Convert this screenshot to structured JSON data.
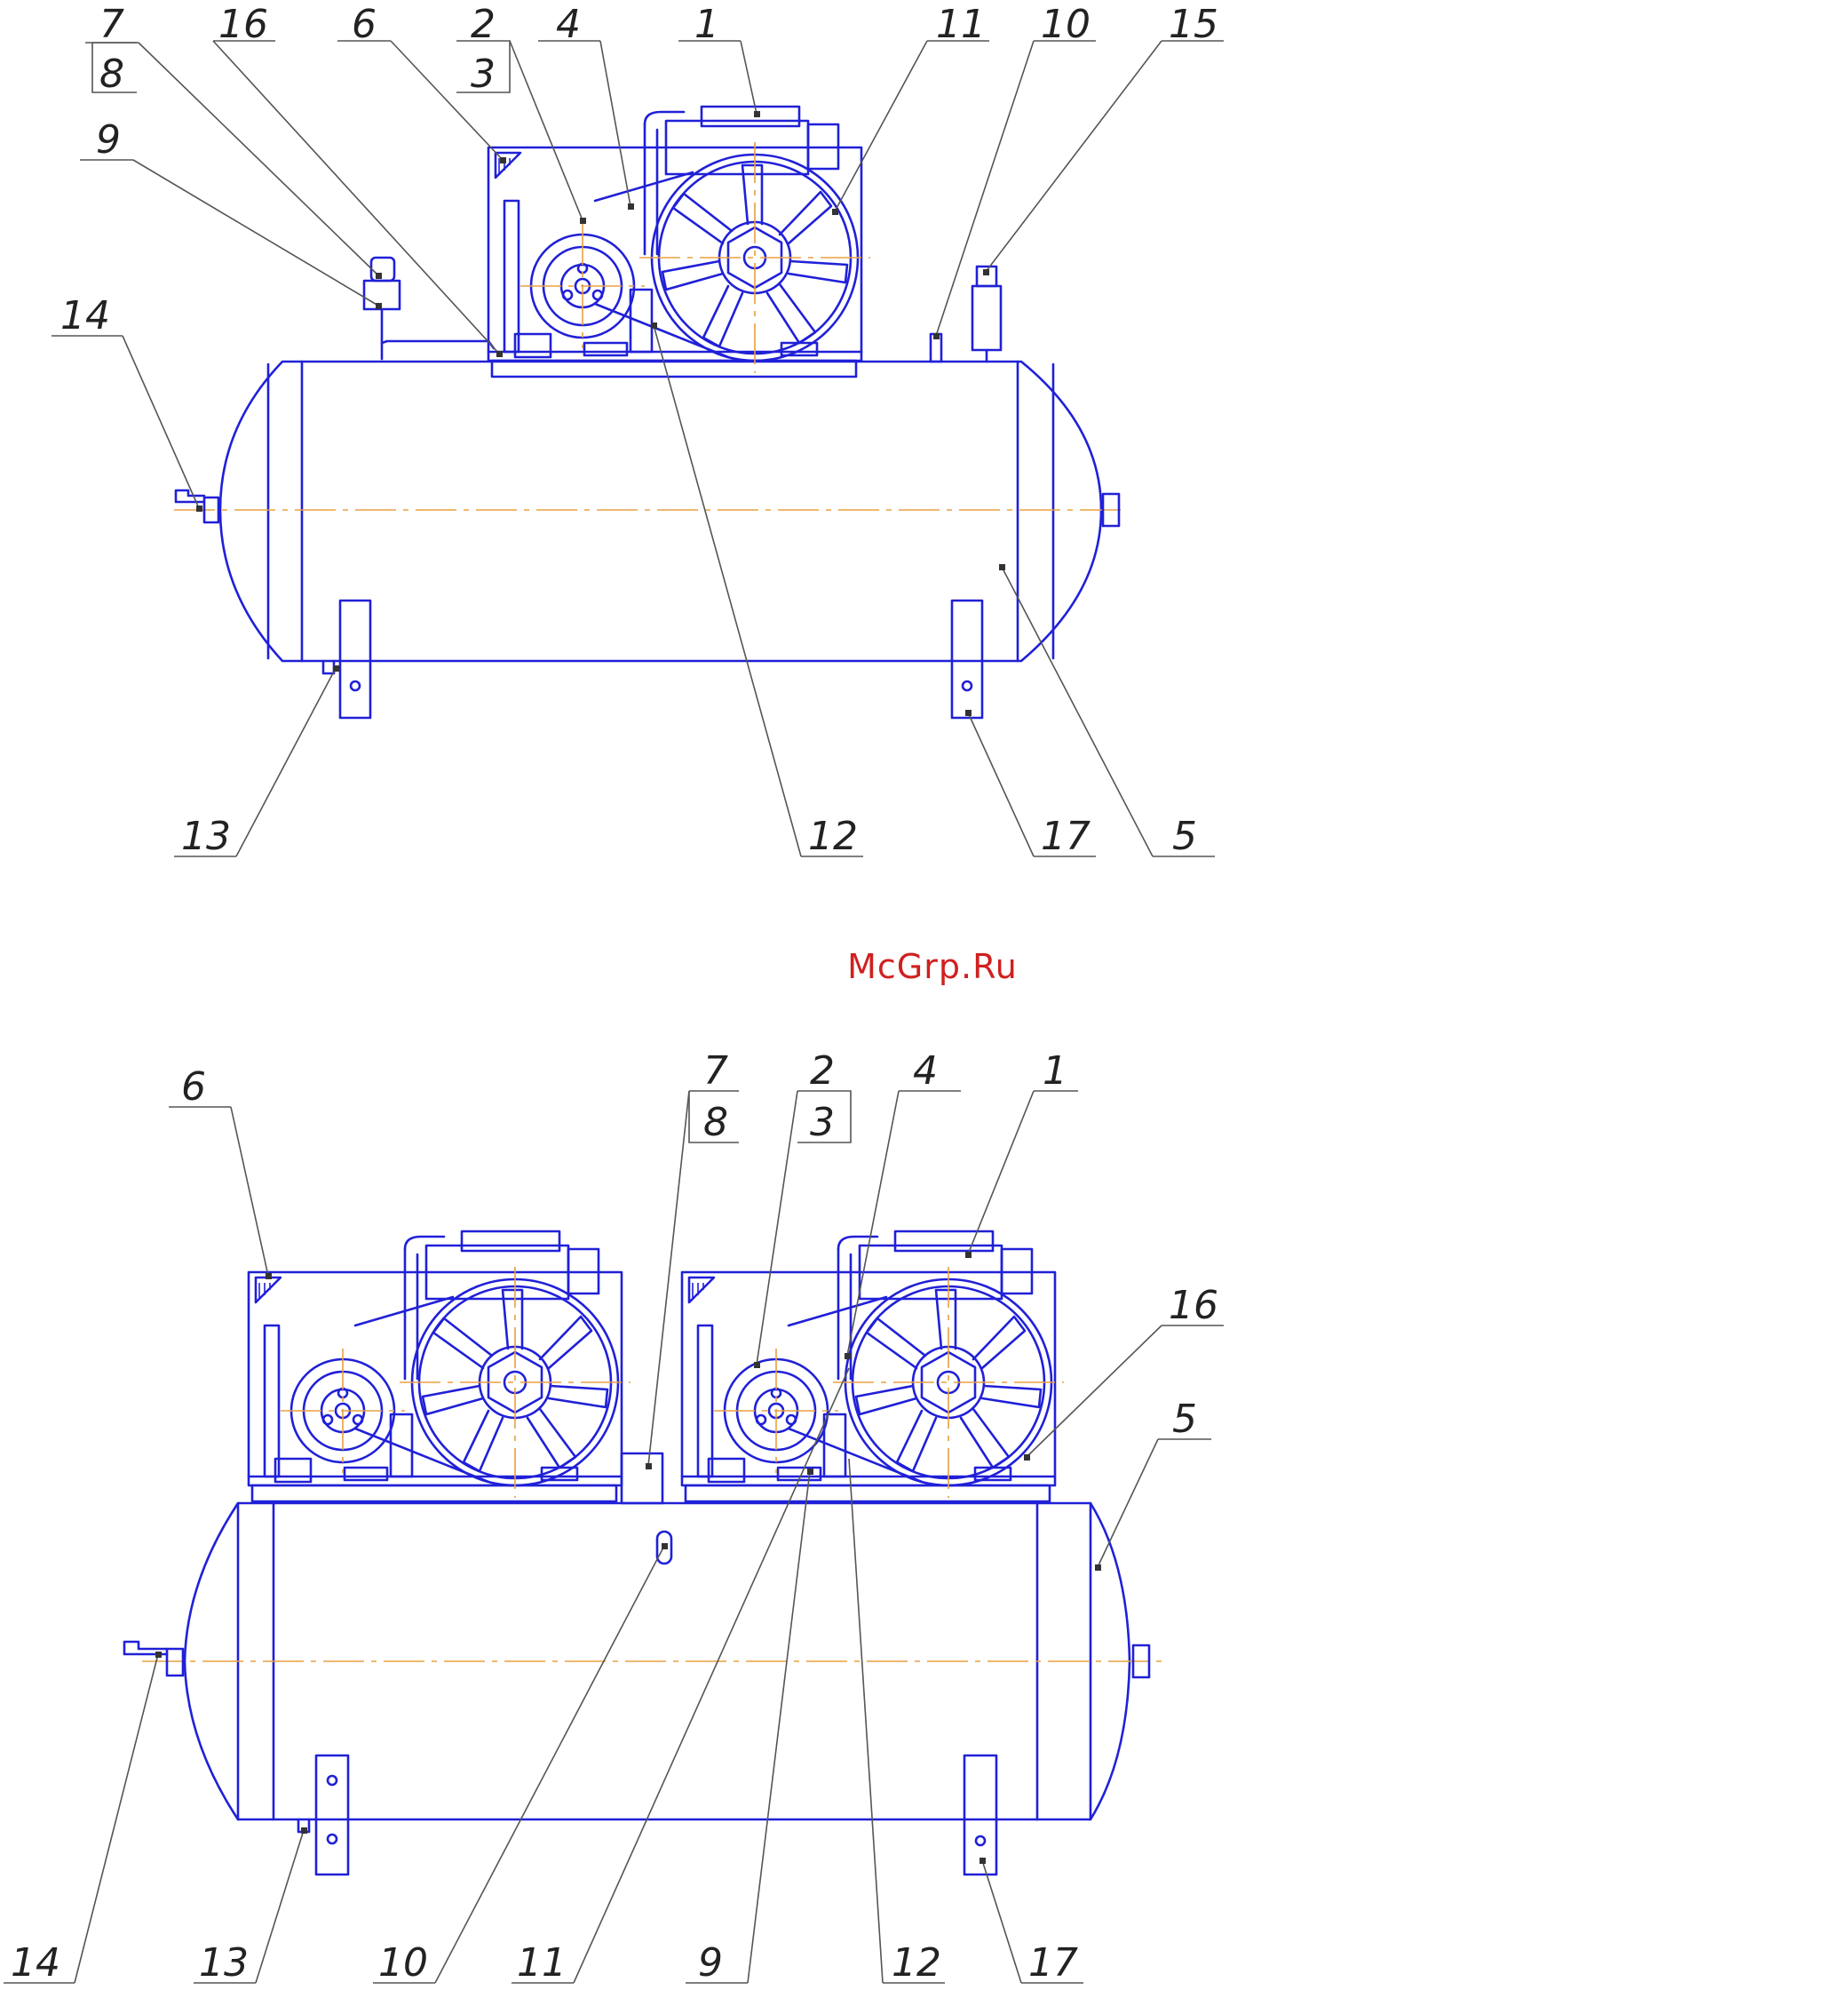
{
  "watermark": {
    "text": "McGrp.Ru",
    "color": "#d02020"
  },
  "colors": {
    "outline": "#2020d8",
    "axis": "#e8a040",
    "leader": "#555555"
  },
  "view_top": {
    "callouts": [
      "7",
      "8",
      "16",
      "6",
      "2",
      "3",
      "4",
      "1",
      "11",
      "10",
      "15",
      "9",
      "14",
      "13",
      "12",
      "17",
      "5"
    ]
  },
  "view_bottom": {
    "callouts": [
      "6",
      "7",
      "8",
      "2",
      "3",
      "4",
      "1",
      "16",
      "5",
      "14",
      "13",
      "10",
      "11",
      "9",
      "12",
      "17"
    ]
  }
}
